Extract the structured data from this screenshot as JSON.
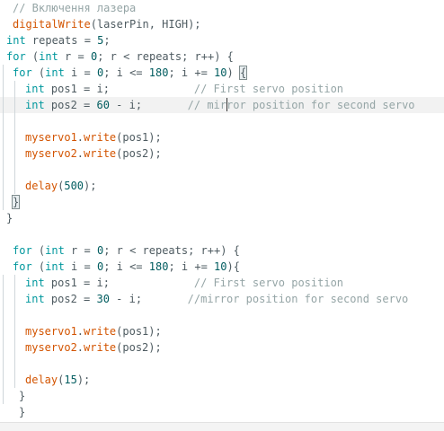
{
  "editor": {
    "lines": [
      {
        "indent": 1,
        "tokens": [
          {
            "t": "// Включення лазера",
            "c": "cm"
          }
        ]
      },
      {
        "indent": 1,
        "tokens": [
          {
            "t": "digitalWrite",
            "c": "fn"
          },
          {
            "t": "(laserPin, HIGH);",
            "c": ""
          }
        ]
      },
      {
        "indent": 0,
        "tokens": [
          {
            "t": "int",
            "c": "kw"
          },
          {
            "t": " repeats = ",
            "c": ""
          },
          {
            "t": "5",
            "c": "num"
          },
          {
            "t": ";",
            "c": ""
          }
        ]
      },
      {
        "indent": 0,
        "tokens": [
          {
            "t": "for",
            "c": "kw"
          },
          {
            "t": " (",
            "c": ""
          },
          {
            "t": "int",
            "c": "kw"
          },
          {
            "t": " r = ",
            "c": ""
          },
          {
            "t": "0",
            "c": "num"
          },
          {
            "t": "; r < repeats; r++) {",
            "c": ""
          }
        ]
      },
      {
        "indent": 1,
        "guides": [
          1
        ],
        "tokens": [
          {
            "t": "for",
            "c": "kw"
          },
          {
            "t": " (",
            "c": ""
          },
          {
            "t": "int",
            "c": "kw"
          },
          {
            "t": " i = ",
            "c": ""
          },
          {
            "t": "0",
            "c": "num"
          },
          {
            "t": "; i <= ",
            "c": ""
          },
          {
            "t": "180",
            "c": "num"
          },
          {
            "t": "; i += ",
            "c": ""
          },
          {
            "t": "10",
            "c": "num"
          },
          {
            "t": ") ",
            "c": ""
          },
          {
            "t": "{",
            "c": "",
            "bracket": true
          }
        ]
      },
      {
        "indent": 3,
        "guides": [
          1,
          2
        ],
        "tokens": [
          {
            "t": "int",
            "c": "kw"
          },
          {
            "t": " pos1 = i;             ",
            "c": ""
          },
          {
            "t": "// First servo position",
            "c": "cm"
          }
        ]
      },
      {
        "indent": 3,
        "guides": [
          1,
          2
        ],
        "current": true,
        "tokens": [
          {
            "t": "int",
            "c": "kw"
          },
          {
            "t": " pos2 = ",
            "c": ""
          },
          {
            "t": "60",
            "c": "num"
          },
          {
            "t": " - i;       ",
            "c": ""
          },
          {
            "t": "// mir",
            "c": "cm"
          },
          {
            "t": "",
            "c": "",
            "caret": true
          },
          {
            "t": "ror position for second servo",
            "c": "cm"
          }
        ]
      },
      {
        "indent": 3,
        "guides": [
          1,
          2
        ],
        "tokens": []
      },
      {
        "indent": 3,
        "guides": [
          1,
          2
        ],
        "tokens": [
          {
            "t": "myservo1",
            "c": "fn"
          },
          {
            "t": ".",
            "c": ""
          },
          {
            "t": "write",
            "c": "fn"
          },
          {
            "t": "(pos1);",
            "c": ""
          }
        ]
      },
      {
        "indent": 3,
        "guides": [
          1,
          2
        ],
        "tokens": [
          {
            "t": "myservo2",
            "c": "fn"
          },
          {
            "t": ".",
            "c": ""
          },
          {
            "t": "write",
            "c": "fn"
          },
          {
            "t": "(pos2);",
            "c": ""
          }
        ]
      },
      {
        "indent": 3,
        "guides": [
          1,
          2
        ],
        "tokens": []
      },
      {
        "indent": 3,
        "guides": [
          1,
          2
        ],
        "tokens": [
          {
            "t": "delay",
            "c": "fn"
          },
          {
            "t": "(",
            "c": ""
          },
          {
            "t": "500",
            "c": "num"
          },
          {
            "t": ");",
            "c": ""
          }
        ]
      },
      {
        "indent": 1,
        "guides": [
          1
        ],
        "tokens": [
          {
            "t": "}",
            "c": "",
            "bracket": true
          }
        ]
      },
      {
        "indent": 0,
        "tokens": [
          {
            "t": "}",
            "c": ""
          }
        ]
      },
      {
        "indent": 0,
        "tokens": []
      },
      {
        "indent": 1,
        "tokens": [
          {
            "t": "for",
            "c": "kw"
          },
          {
            "t": " (",
            "c": ""
          },
          {
            "t": "int",
            "c": "kw"
          },
          {
            "t": " r = ",
            "c": ""
          },
          {
            "t": "0",
            "c": "num"
          },
          {
            "t": "; r < repeats; r++) {",
            "c": ""
          }
        ]
      },
      {
        "indent": 1,
        "tokens": [
          {
            "t": "for",
            "c": "kw"
          },
          {
            "t": " (",
            "c": ""
          },
          {
            "t": "int",
            "c": "kw"
          },
          {
            "t": " i = ",
            "c": ""
          },
          {
            "t": "0",
            "c": "num"
          },
          {
            "t": "; i <= ",
            "c": ""
          },
          {
            "t": "180",
            "c": "num"
          },
          {
            "t": "; i += ",
            "c": ""
          },
          {
            "t": "10",
            "c": "num"
          },
          {
            "t": "){",
            "c": ""
          }
        ]
      },
      {
        "indent": 3,
        "guides": [
          1,
          2
        ],
        "tokens": [
          {
            "t": "int",
            "c": "kw"
          },
          {
            "t": " pos1 = i;             ",
            "c": ""
          },
          {
            "t": "// First servo position",
            "c": "cm"
          }
        ]
      },
      {
        "indent": 3,
        "guides": [
          1,
          2
        ],
        "tokens": [
          {
            "t": "int",
            "c": "kw"
          },
          {
            "t": " pos2 = ",
            "c": ""
          },
          {
            "t": "30",
            "c": "num"
          },
          {
            "t": " - i;       ",
            "c": ""
          },
          {
            "t": "//mirror position for second servo",
            "c": "cm"
          }
        ]
      },
      {
        "indent": 3,
        "guides": [
          1,
          2
        ],
        "tokens": []
      },
      {
        "indent": 3,
        "guides": [
          1,
          2
        ],
        "tokens": [
          {
            "t": "myservo1",
            "c": "fn"
          },
          {
            "t": ".",
            "c": ""
          },
          {
            "t": "write",
            "c": "fn"
          },
          {
            "t": "(pos1);",
            "c": ""
          }
        ]
      },
      {
        "indent": 3,
        "guides": [
          1,
          2
        ],
        "tokens": [
          {
            "t": "myservo2",
            "c": "fn"
          },
          {
            "t": ".",
            "c": ""
          },
          {
            "t": "write",
            "c": "fn"
          },
          {
            "t": "(pos2);",
            "c": ""
          }
        ]
      },
      {
        "indent": 3,
        "guides": [
          1,
          2
        ],
        "tokens": []
      },
      {
        "indent": 3,
        "guides": [
          1,
          2
        ],
        "tokens": [
          {
            "t": "delay",
            "c": "fn"
          },
          {
            "t": "(",
            "c": ""
          },
          {
            "t": "15",
            "c": "num"
          },
          {
            "t": ");",
            "c": ""
          }
        ]
      },
      {
        "indent": 2,
        "guides": [
          1
        ],
        "tokens": [
          {
            "t": "}",
            "c": ""
          }
        ]
      },
      {
        "indent": 2,
        "tokens": [
          {
            "t": "}",
            "c": ""
          }
        ]
      }
    ]
  },
  "colors": {
    "background": "#ffffff",
    "current_line": "#f2f2f2",
    "keyword": "#00979d",
    "function": "#d35400",
    "number": "#005c5f",
    "comment": "#95a5a6",
    "text": "#4e5b61"
  }
}
